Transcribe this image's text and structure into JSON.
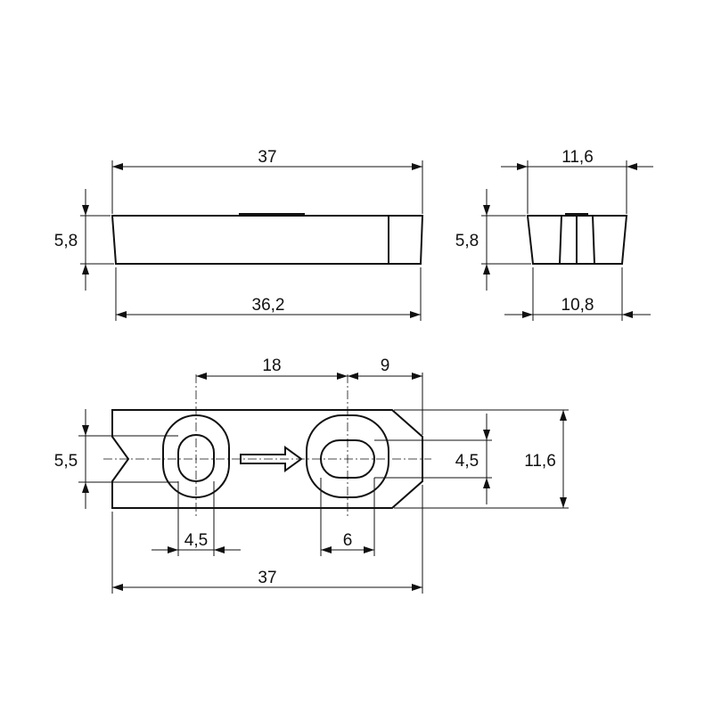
{
  "dimensions": {
    "top_length": "37",
    "top_height": "5,8",
    "top_bottom_length": "36,2",
    "side_width": "11,6",
    "side_height": "5,8",
    "side_bottom_width": "10,8",
    "plan_hole_spacing": "18",
    "plan_end_distance": "9",
    "plan_left_height": "5,5",
    "plan_slot_height": "4,5",
    "plan_total_width": "11,6",
    "plan_hole_width": "4,5",
    "plan_slot_width": "6",
    "plan_total_length": "37"
  }
}
